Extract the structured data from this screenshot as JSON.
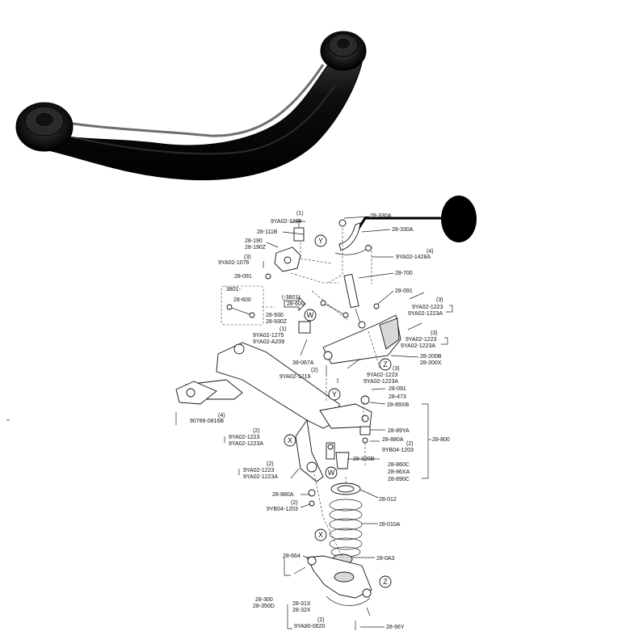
{
  "stray_dash": "-",
  "circles": {
    "y1": "Y",
    "w1": "W",
    "z1": "Z",
    "y2": "Y",
    "x1": "X",
    "w2": "W",
    "x2": "X",
    "z2": "Z"
  },
  "labels": {
    "l01": "28-330A",
    "l02": "(1)",
    "l03": "9YA02-1284",
    "l04": "28-111B",
    "l05": "28-330A",
    "l06": "28-190",
    "l07": "28-190Z",
    "l08": "(3)",
    "l09": "9YA02-1076",
    "l10": "(4)",
    "l11": "9YA02-1428A",
    "l12": "28-700",
    "l13": "28-091",
    "l14": "(-3801)",
    "l15": "28-600",
    "l16": "28-600",
    "l17": "28-091",
    "l18": "(3)",
    "l19": "9YA02-1223",
    "l20": "9YA02-1223A",
    "l21": "28-930",
    "l22": "28-930Z",
    "l23": "(1)",
    "l24": "9YA02-1275",
    "l25": "9YA02-A209",
    "l26": "(3)",
    "l27": "9YA02-1223",
    "l28": "9YA02-1223A",
    "l29": "28-200B",
    "l30": "28-200X",
    "l31": "39-067A",
    "l32": "(3)",
    "l33": "9YA02-1223",
    "l34": "9YA02-1223A",
    "l35": "(2)",
    "l36": "9YA02-1219",
    "l37": "28-091",
    "l38": "28-473",
    "l39": "28-89XB",
    "l40": "(4)",
    "l41": "90786-0816B",
    "l42": "28-89YA",
    "l43": "(2)",
    "l44": "9YA02-1223",
    "l45": "9YA02-1223A",
    "l46": "28-880A",
    "l47": "(2)",
    "l48": "9YB04-1203",
    "l49": "28-800",
    "l50": "28-320B",
    "l51": "28-860C",
    "l52": "(2)",
    "l53": "9YA02-1223",
    "l54": "9YA02-1223A",
    "l55": "28-86XA",
    "l56": "28-890C",
    "l57": "28-880A",
    "l58": "28-012",
    "l59": "(2)",
    "l60": "9YB04-1203",
    "l61": "28-010A",
    "l62": "28-664",
    "l63": "28-0A3",
    "l64": "28-300",
    "l65": "28-350D",
    "l66": "28-31X",
    "l67": "28-32X",
    "l68": "(2)",
    "l69": "9YA80-0620",
    "l70": "28-66Y",
    "l71": "3801-"
  }
}
